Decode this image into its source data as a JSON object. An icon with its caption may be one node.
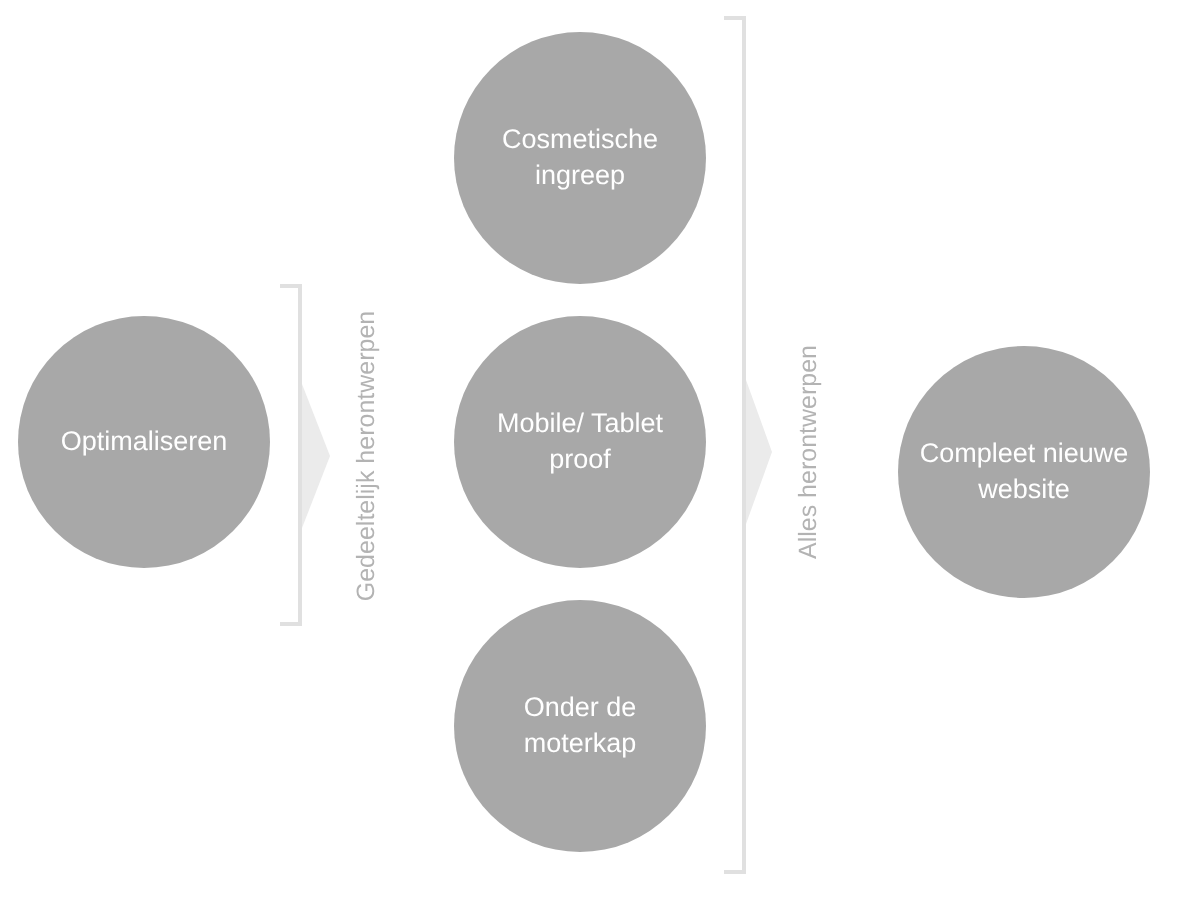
{
  "diagram": {
    "nodes": [
      {
        "text": [
          "Optimaliseren"
        ]
      },
      {
        "text": [
          "Cosmetische ingreep"
        ]
      },
      {
        "text": [
          "Mobile/ Tablet proof"
        ]
      },
      {
        "text": [
          "Onder de moterkap"
        ]
      },
      {
        "text": [
          "Compleet nieuwe website"
        ]
      }
    ],
    "labels": [
      "Gedeeltelijk herontwerpen",
      "Alles herontwerpen"
    ]
  }
}
